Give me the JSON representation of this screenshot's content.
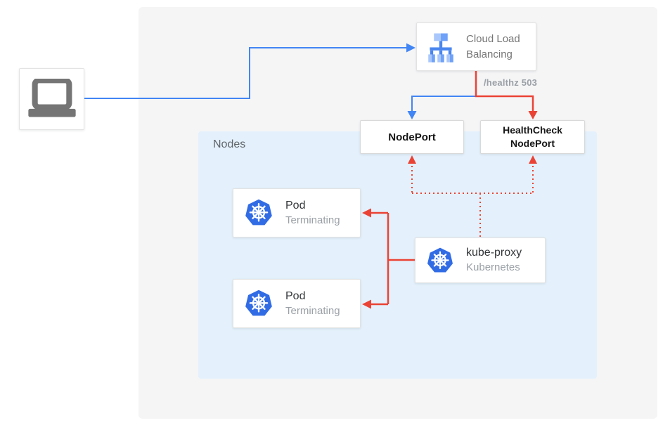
{
  "diagram": {
    "client": {
      "icon": "laptop-icon"
    },
    "load_balancer": {
      "icon": "cloud-load-balancing-icon",
      "label": "Cloud Load Balancing"
    },
    "annotations": {
      "healthz": "/healthz 503"
    },
    "nodes_group": {
      "label": "Nodes",
      "nodeport": {
        "label": "NodePort"
      },
      "healthcheck_nodeport": {
        "label": "HealthCheck NodePort"
      },
      "pods": [
        {
          "icon": "kubernetes-icon",
          "title": "Pod",
          "status": "Terminating"
        },
        {
          "icon": "kubernetes-icon",
          "title": "Pod",
          "status": "Terminating"
        }
      ],
      "kube_proxy": {
        "icon": "kubernetes-icon",
        "title": "kube-proxy",
        "subtitle": "Kubernetes"
      }
    },
    "edges": [
      {
        "from": "client",
        "to": "load_balancer",
        "style": "solid",
        "color": "#4285f4"
      },
      {
        "from": "load_balancer",
        "to": "nodeport",
        "style": "solid",
        "color": "#4285f4"
      },
      {
        "from": "load_balancer",
        "to": "healthcheck_nodeport",
        "style": "solid",
        "color": "#ea4335",
        "label": "/healthz 503"
      },
      {
        "from": "kube_proxy",
        "to": "nodeport",
        "style": "dotted",
        "color": "#ea4335"
      },
      {
        "from": "kube_proxy",
        "to": "healthcheck_nodeport",
        "style": "dotted",
        "color": "#ea4335"
      },
      {
        "from": "kube_proxy",
        "to": "pod_0",
        "style": "solid",
        "color": "#ea4335"
      },
      {
        "from": "kube_proxy",
        "to": "pod_1",
        "style": "solid",
        "color": "#ea4335"
      }
    ],
    "colors": {
      "blue": "#4285f4",
      "red": "#ea4335",
      "nodes_bg": "#e4f1fc",
      "panel_bg": "#f5f5f6",
      "kubernetes_blue": "#326ce5",
      "lb_icon_light": "#a9c7fb",
      "lb_icon_mid": "#6fa1f8",
      "lb_icon_stem": "#4a86ee",
      "laptop_gray": "#757575"
    }
  }
}
